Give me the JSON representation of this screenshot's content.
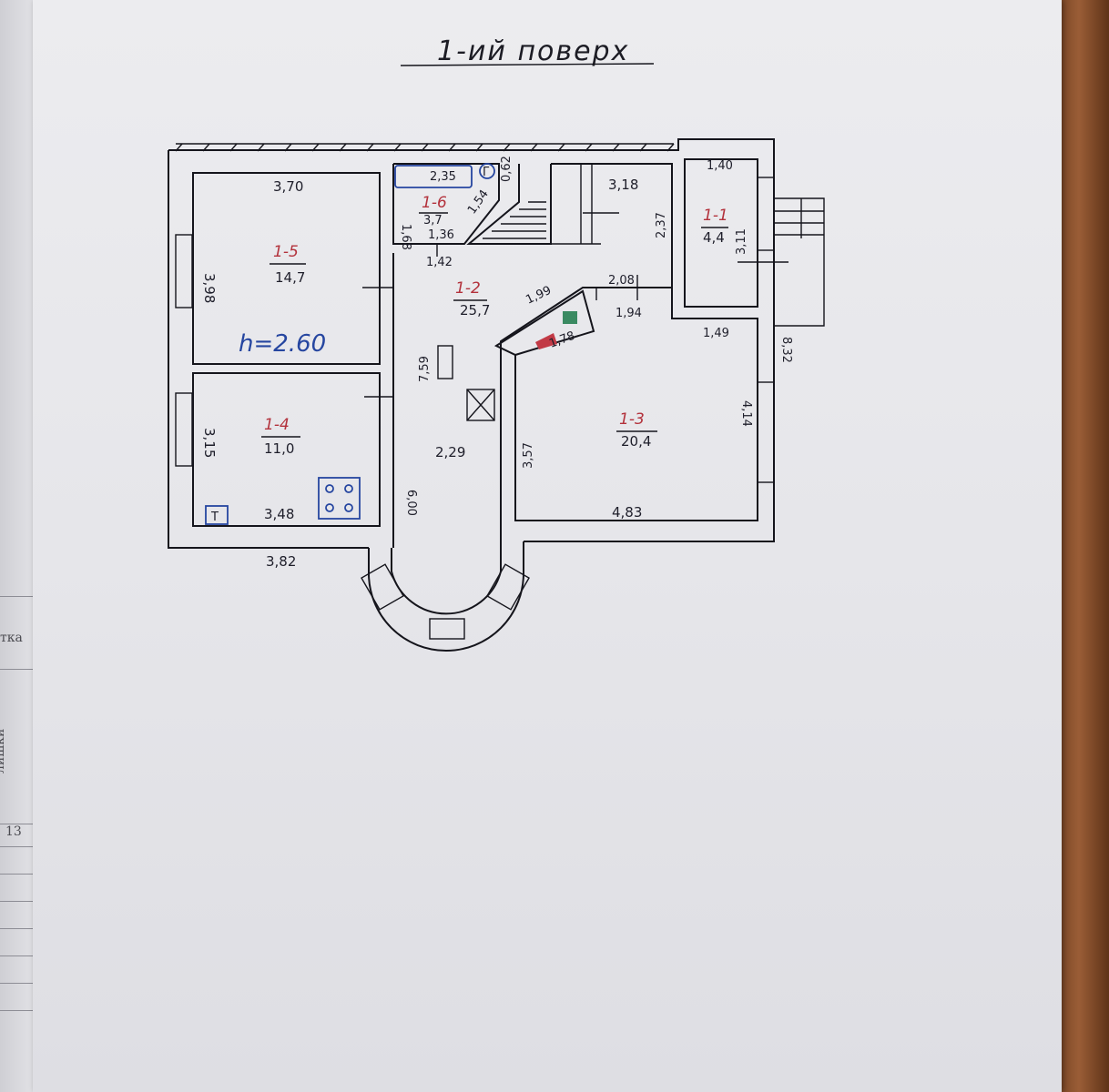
{
  "title": "1-ий поверх",
  "left_page": {
    "text_1": "тка",
    "text_2": "лишки",
    "text_3": "13"
  },
  "height_note": "h=2.60",
  "rooms": [
    {
      "id": "1-5",
      "area": "14,7"
    },
    {
      "id": "1-6",
      "area": "3,7"
    },
    {
      "id": "1-2",
      "area": "25,7"
    },
    {
      "id": "1-1",
      "area": "4,4"
    },
    {
      "id": "1-4",
      "area": "11,0"
    },
    {
      "id": "1-3",
      "area": "20,4"
    }
  ],
  "dimensions": {
    "d_370": "3,70",
    "d_398": "3,98",
    "d_235": "2,35",
    "d_168": "1,68",
    "d_136": "1,36",
    "d_154": "1,54",
    "d_062": "0,62",
    "d_142": "1,42",
    "d_318": "3,18",
    "d_237": "2,37",
    "d_140": "1,40",
    "d_311": "3,11",
    "d_208": "2,08",
    "d_199": "1,99",
    "d_194": "1,94",
    "d_178": "1,78",
    "d_149": "1,49",
    "d_832": "8,32",
    "d_759": "7,59",
    "d_315": "3,15",
    "d_348": "3,48",
    "d_382": "3,82",
    "d_600": "6,00",
    "d_229": "2,29",
    "d_357": "3,57",
    "d_414": "4,14",
    "d_483": "4,83"
  },
  "symbols": {
    "boiler": "Г",
    "stove_mark": "Т"
  }
}
